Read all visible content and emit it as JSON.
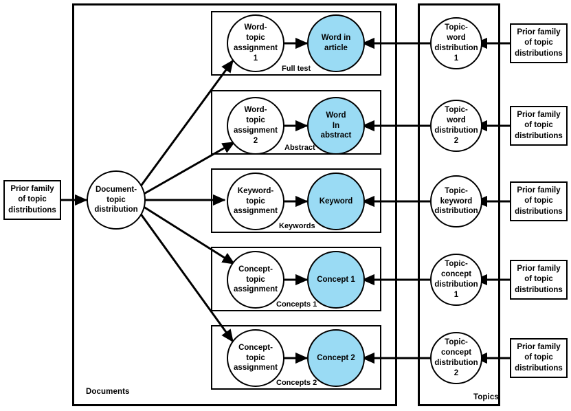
{
  "diagram": {
    "title": "Hierarchical topic model plate diagram",
    "colors": {
      "observed_node_fill": "#9adbf4",
      "latent_node_fill": "#ffffff",
      "stroke": "#000000",
      "background": "#ffffff"
    }
  },
  "plates": {
    "documents": {
      "label": "Documents"
    },
    "topics": {
      "label": "Topics"
    }
  },
  "document_prior": {
    "label": "Prior family\nof topic\ndistributions",
    "lines": [
      "Prior family",
      "of topic",
      "distributions"
    ]
  },
  "document_node": {
    "lines": [
      "Document-",
      "topic",
      "distribution"
    ]
  },
  "rows": [
    {
      "id": "full-text",
      "subplate_label": "Full test",
      "assignment": {
        "lines": [
          "Word-",
          "topic",
          "assignment",
          "1"
        ]
      },
      "observed": {
        "lines": [
          "Word in",
          "article"
        ],
        "observed": true
      },
      "topic_distribution": {
        "lines": [
          "Topic-",
          "word",
          "distribution",
          "1"
        ]
      },
      "prior": {
        "lines": [
          "Prior family",
          "of topic",
          "distributions"
        ]
      }
    },
    {
      "id": "abstract",
      "subplate_label": "Abstract",
      "assignment": {
        "lines": [
          "Word-",
          "topic",
          "assignment",
          "2"
        ]
      },
      "observed": {
        "lines": [
          "Word",
          "In",
          "abstract"
        ],
        "observed": true
      },
      "topic_distribution": {
        "lines": [
          "Topic-",
          "word",
          "distribution",
          "2"
        ]
      },
      "prior": {
        "lines": [
          "Prior family",
          "of topic",
          "distributions"
        ]
      }
    },
    {
      "id": "keywords",
      "subplate_label": "Keywords",
      "assignment": {
        "lines": [
          "Keyword-",
          "topic",
          "assignment"
        ]
      },
      "observed": {
        "lines": [
          "Keyword"
        ],
        "observed": true
      },
      "topic_distribution": {
        "lines": [
          "Topic-",
          "keyword",
          "distribution"
        ]
      },
      "prior": {
        "lines": [
          "Prior family",
          "of topic",
          "distributions"
        ]
      }
    },
    {
      "id": "concepts-1",
      "subplate_label": "Concepts 1",
      "assignment": {
        "lines": [
          "Concept-",
          "topic",
          "assignment"
        ]
      },
      "observed": {
        "lines": [
          "Concept 1"
        ],
        "observed": true
      },
      "topic_distribution": {
        "lines": [
          "Topic-",
          "concept",
          "distribution",
          "1"
        ]
      },
      "prior": {
        "lines": [
          "Prior family",
          "of topic",
          "distributions"
        ]
      }
    },
    {
      "id": "concepts-2",
      "subplate_label": "Concepts 2",
      "assignment": {
        "lines": [
          "Concept-",
          "topic",
          "assignment"
        ]
      },
      "observed": {
        "lines": [
          "Concept 2"
        ],
        "observed": true
      },
      "topic_distribution": {
        "lines": [
          "Topic-",
          "concept",
          "distribution",
          "2"
        ]
      },
      "prior": {
        "lines": [
          "Prior family",
          "of topic",
          "distributions"
        ]
      }
    }
  ]
}
